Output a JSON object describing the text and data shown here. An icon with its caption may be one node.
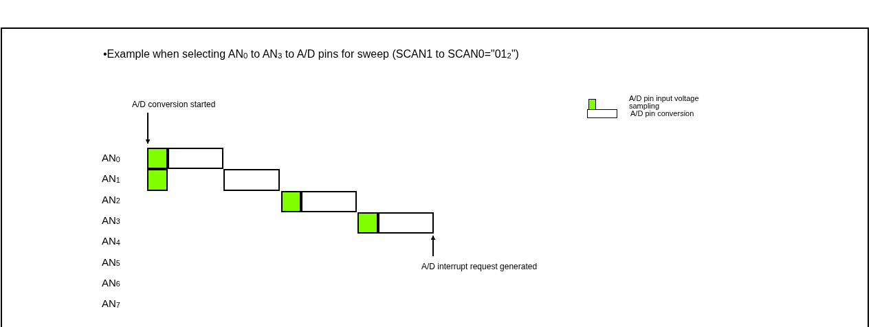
{
  "diagram": {
    "title": "•Example when selecting AN$_{0}$ to AN$_{3}$ to A/D pins for sweep (SCAN1 to SCAN0=\"01$_{2}$\")",
    "nodes": [
      {
        "text": [
          "A/D conversion started"
        ]
      },
      {
        "text": [],
        "shape": "box"
      },
      {
        "text": [],
        "shape": "box"
      },
      {
        "text": [],
        "shape": "box"
      },
      {
        "text": [],
        "shape": "box"
      },
      {
        "text": [],
        "shape": "box"
      },
      {
        "text": [],
        "shape": "box"
      },
      {
        "text": [],
        "shape": "box"
      },
      {
        "text": [],
        "shape": "box"
      },
      {
        "text": [
          "A/D interrupt request generated"
        ]
      }
    ],
    "edges": [
      {
        "from": 0,
        "to": 1,
        "arrow": "to"
      },
      {
        "from": 9,
        "to": 8,
        "arrow": "to"
      }
    ],
    "labels": [
      "AN$_{0}$",
      "AN$_{1}$",
      "AN$_{2}$",
      "AN$_{3}$",
      "AN$_{4}$",
      "AN$_{5}$",
      "AN$_{6}$",
      "AN$_{7}$"
    ],
    "legend": [
      {
        "text": "A/D pin input voltage sampling",
        "color": "#80ff00"
      },
      {
        "text": "A/D pin conversion",
        "color": "#ffffff"
      }
    ]
  }
}
